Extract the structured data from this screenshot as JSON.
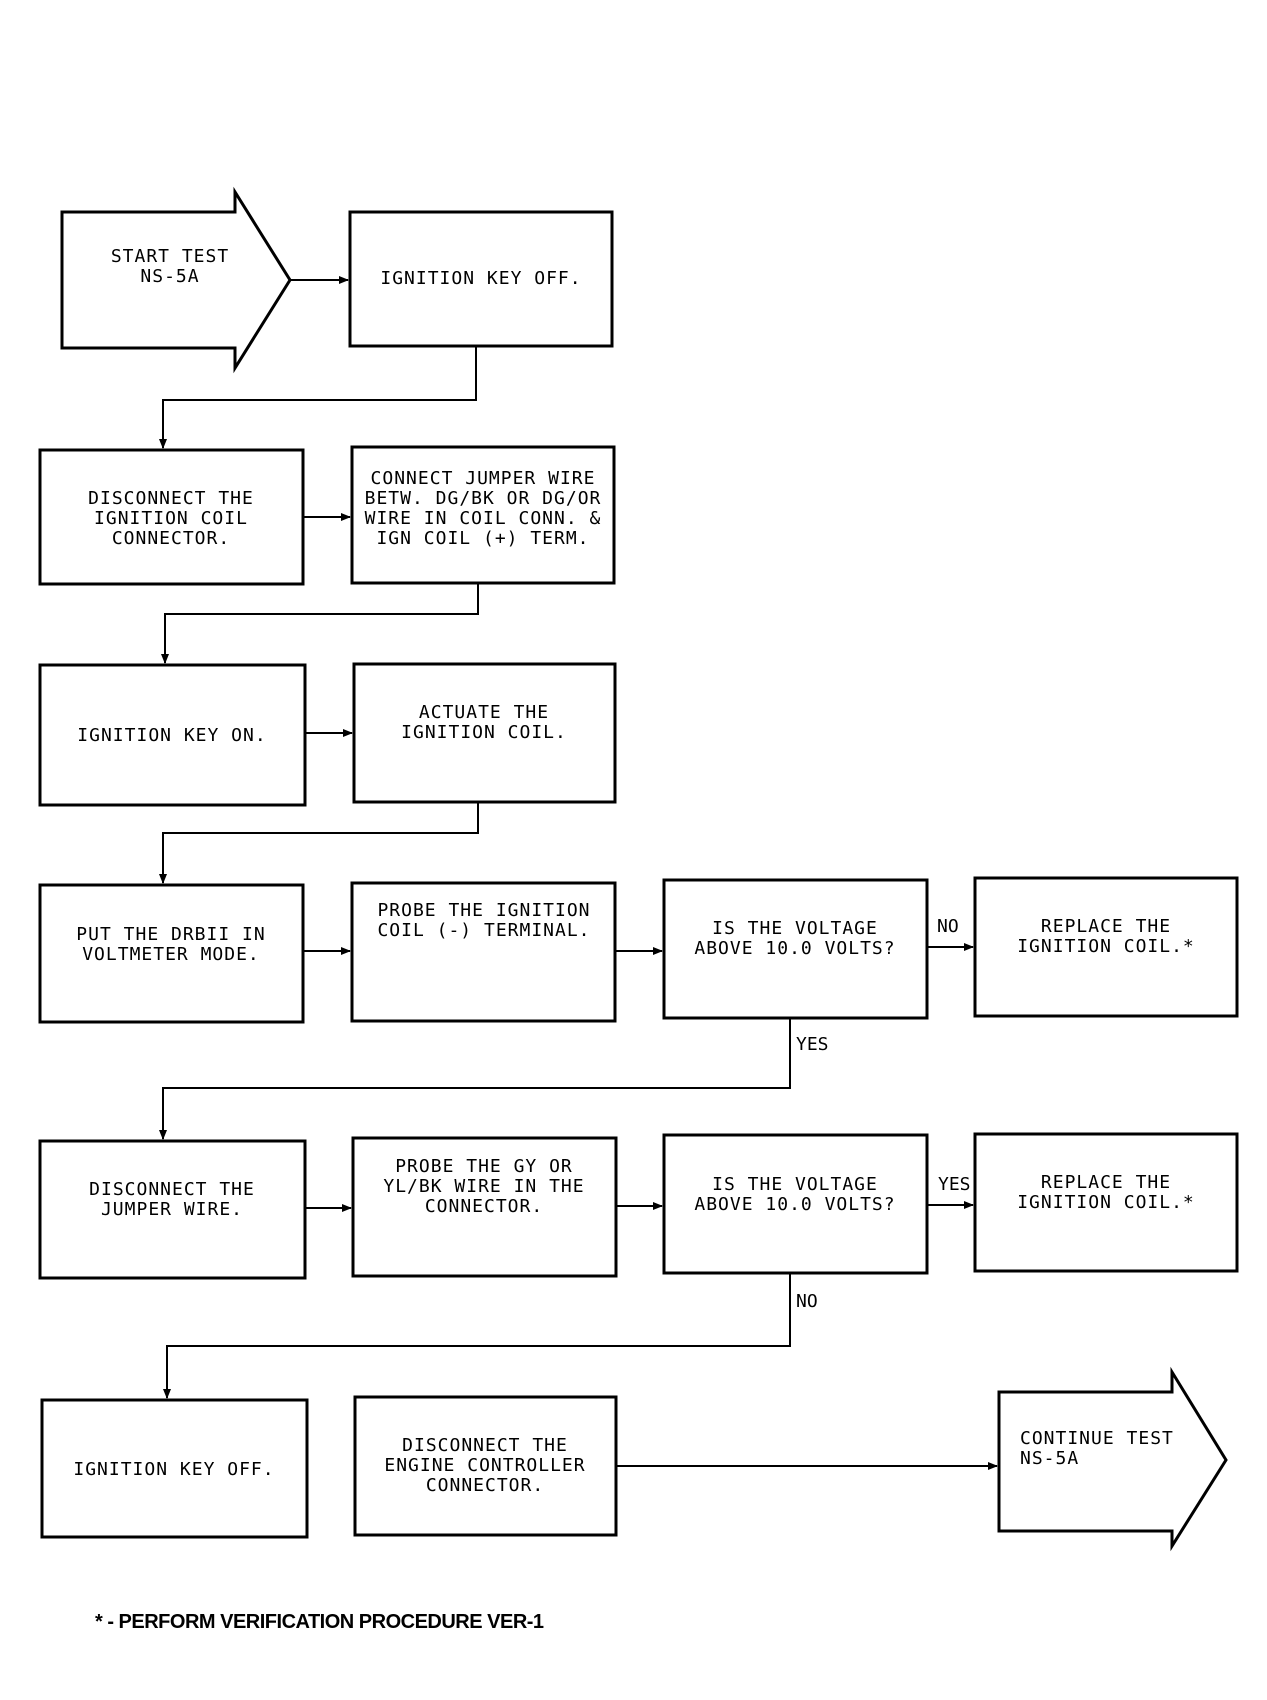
{
  "nodes": {
    "start": [
      "START TEST",
      "NS-5A"
    ],
    "key_off_1": [
      "IGNITION KEY OFF."
    ],
    "disconnect_coil": [
      "DISCONNECT THE",
      "IGNITION COIL",
      "CONNECTOR."
    ],
    "connect_jumper": [
      "CONNECT JUMPER WIRE",
      "BETW. DG/BK OR DG/OR",
      "WIRE IN COIL CONN. &",
      "IGN COIL (+) TERM."
    ],
    "key_on": [
      "IGNITION KEY ON."
    ],
    "actuate_coil": [
      "ACTUATE THE",
      "IGNITION COIL."
    ],
    "put_drbii": [
      "PUT THE DRBII IN",
      "VOLTMETER MODE."
    ],
    "probe_coil": [
      "PROBE THE IGNITION",
      "COIL (-) TERMINAL."
    ],
    "voltage_check_1": [
      "IS THE VOLTAGE",
      "ABOVE 10.0 VOLTS?"
    ],
    "replace_coil_1": [
      "REPLACE THE",
      "IGNITION COIL.*"
    ],
    "disconnect_jumper": [
      "DISCONNECT THE",
      "JUMPER WIRE."
    ],
    "probe_gy": [
      "PROBE THE GY OR",
      "YL/BK WIRE IN THE",
      "CONNECTOR."
    ],
    "voltage_check_2": [
      "IS THE VOLTAGE",
      "ABOVE 10.0 VOLTS?"
    ],
    "replace_coil_2": [
      "REPLACE THE",
      "IGNITION COIL.*"
    ],
    "key_off_2": [
      "IGNITION KEY OFF."
    ],
    "disconnect_ecm": [
      "DISCONNECT THE",
      "ENGINE CONTROLLER",
      "CONNECTOR."
    ],
    "continue": [
      "CONTINUE TEST",
      "NS-5A"
    ]
  },
  "edge_labels": {
    "no_1": "NO",
    "yes_1": "YES",
    "yes_2": "YES",
    "no_2": "NO"
  },
  "footnote": "* - PERFORM VERIFICATION PROCEDURE VER-1"
}
